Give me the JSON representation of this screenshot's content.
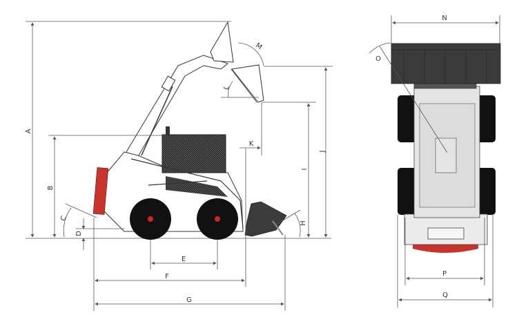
{
  "diagram": {
    "side_view_labels": {
      "A": "A",
      "B": "B",
      "C": "C",
      "D": "D",
      "E": "E",
      "F": "F",
      "G": "G",
      "H": "H",
      "I": "I",
      "J": "J",
      "K": "K",
      "L": "L",
      "M": "M"
    },
    "top_view_labels": {
      "N": "N",
      "O": "O",
      "P": "P",
      "Q": "Q"
    },
    "colors": {
      "counterweight": "#c8332b",
      "hub": "#d0261f",
      "bucket": "#3b3b3b",
      "cab_mesh": "#2a2a2a",
      "chassis_top": "#e4e4e4"
    }
  }
}
